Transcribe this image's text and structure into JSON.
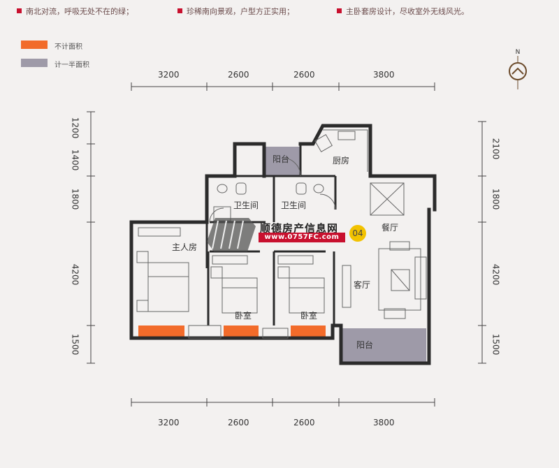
{
  "features": [
    {
      "text": "南北对流，呼吸无处不在的绿；"
    },
    {
      "text": "珍稀南向景观，户型方正实用；"
    },
    {
      "text": "主卧套房设计，尽收室外无线风光。"
    }
  ],
  "legend": [
    {
      "label": "不计面积",
      "color": "#f26b2a"
    },
    {
      "label": "计一半面积",
      "color": "#9e9aa8"
    }
  ],
  "compass": {
    "label": "N"
  },
  "dimensions": {
    "top": [
      "3200",
      "2600",
      "2600",
      "3800"
    ],
    "bottom": [
      "3200",
      "2600",
      "2600",
      "3800"
    ],
    "left": [
      "1200",
      "1400",
      "1800",
      "4200",
      "1500"
    ],
    "right": [
      "2100",
      "1800",
      "4200",
      "1500"
    ]
  },
  "rooms": {
    "balcony_north": "阳台",
    "kitchen": "厨房",
    "bath1": "卫生间",
    "bath2": "卫生间",
    "dining": "餐厅",
    "master": "主人房",
    "bedroom1": "卧室",
    "bedroom2": "卧室",
    "living": "客厅",
    "balcony_south": "阳台"
  },
  "watermark": {
    "name": "顺德房产信息网",
    "url": "www.0757FC.com",
    "unit_no": "04"
  },
  "colors": {
    "orange": "#f26b2a",
    "grey": "#9e9aa8",
    "wall": "#2b2b2b",
    "accent": "#c8102e"
  }
}
